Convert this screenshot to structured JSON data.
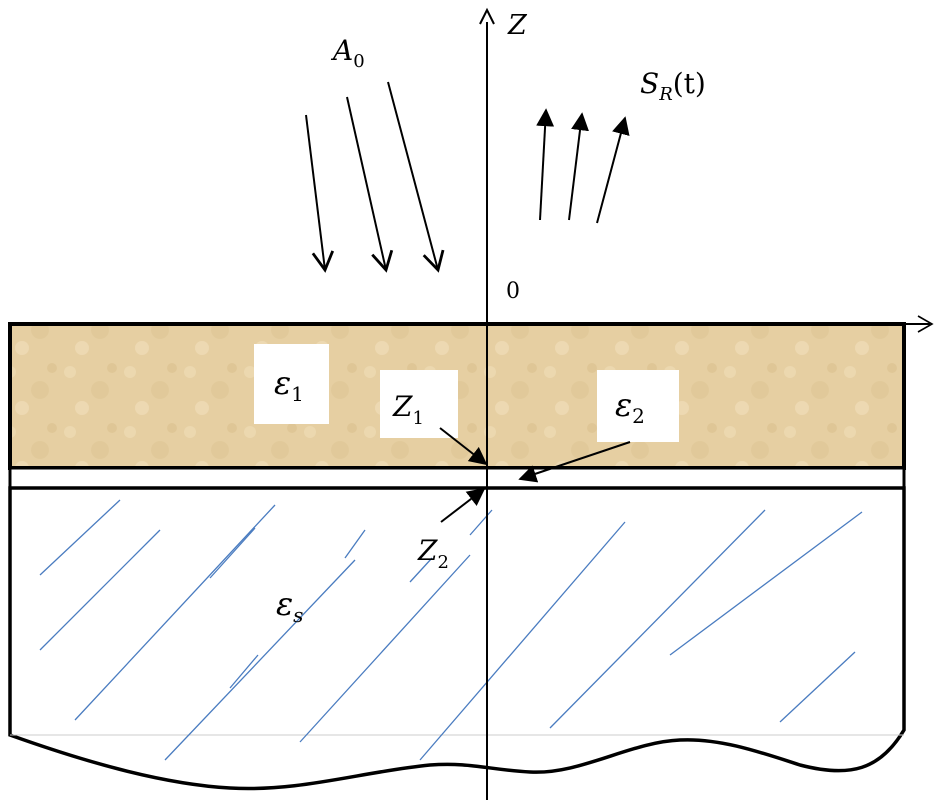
{
  "labels": {
    "z_axis": "Z",
    "origin": "0",
    "incident": {
      "base": "A",
      "sub": "0"
    },
    "reflected": {
      "base": "S",
      "sub": "R",
      "arg": "(t)"
    },
    "eps1": {
      "base": "ε",
      "sub": "1"
    },
    "eps2": {
      "base": "ε",
      "sub": "2"
    },
    "epss": {
      "base": "ε",
      "sub": "s"
    },
    "z1": {
      "base": "Z",
      "sub": "1"
    },
    "z2": {
      "base": "Z",
      "sub": "2"
    }
  },
  "colors": {
    "layer_fill": "#e8d3a9",
    "layer_fill_dark": "#d9bf8e",
    "hatch": "#4a7cc0",
    "lines": "#000000"
  },
  "icons": {
    "incident_waves": "arrow-down-icons",
    "reflected_waves": "arrow-up-icons"
  }
}
